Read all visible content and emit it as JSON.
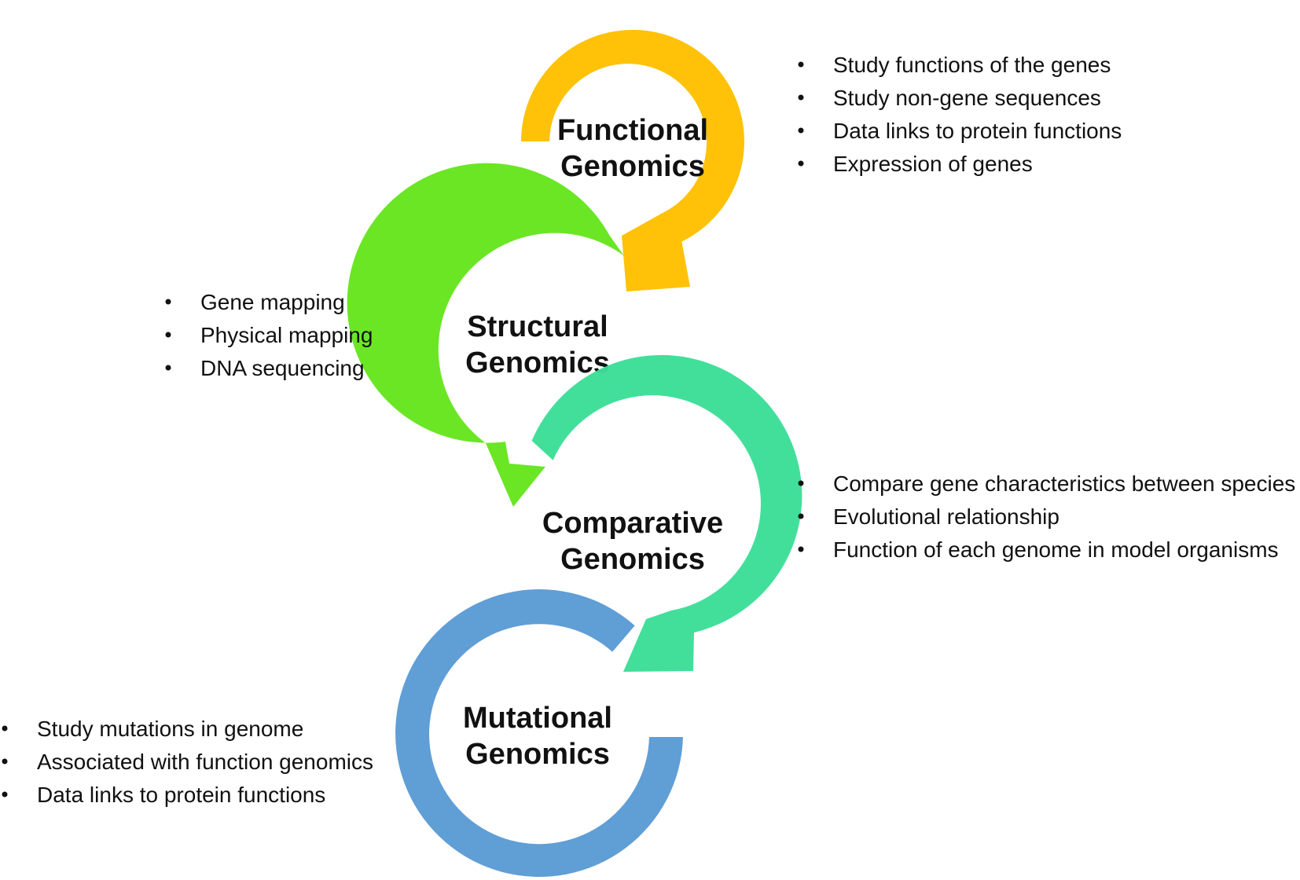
{
  "stages": [
    {
      "id": "functional",
      "title_line1": "Functional",
      "title_line2": "Genomics",
      "color": "#FFC000",
      "bullets": [
        "Study functions of the genes",
        "Study non-gene sequences",
        "Data links to protein functions",
        "Expression of genes"
      ]
    },
    {
      "id": "structural",
      "title_line1": "Structural",
      "title_line2": "Genomics",
      "color": "#66E51E",
      "bullets": [
        "Gene mapping",
        "Physical mapping",
        "DNA sequencing"
      ]
    },
    {
      "id": "comparative",
      "title_line1": "Comparative",
      "title_line2": "Genomics",
      "color": "#3CDE98",
      "bullets": [
        "Compare gene characteristics between species",
        "Evolutional relationship",
        "Function of each genome in model organisms"
      ]
    },
    {
      "id": "mutational",
      "title_line1": "Mutational",
      "title_line2": "Genomics",
      "color": "#5B9BD5",
      "bullets": [
        "Study mutations in genome",
        "Associated with function genomics",
        "Data links to protein functions"
      ]
    }
  ]
}
